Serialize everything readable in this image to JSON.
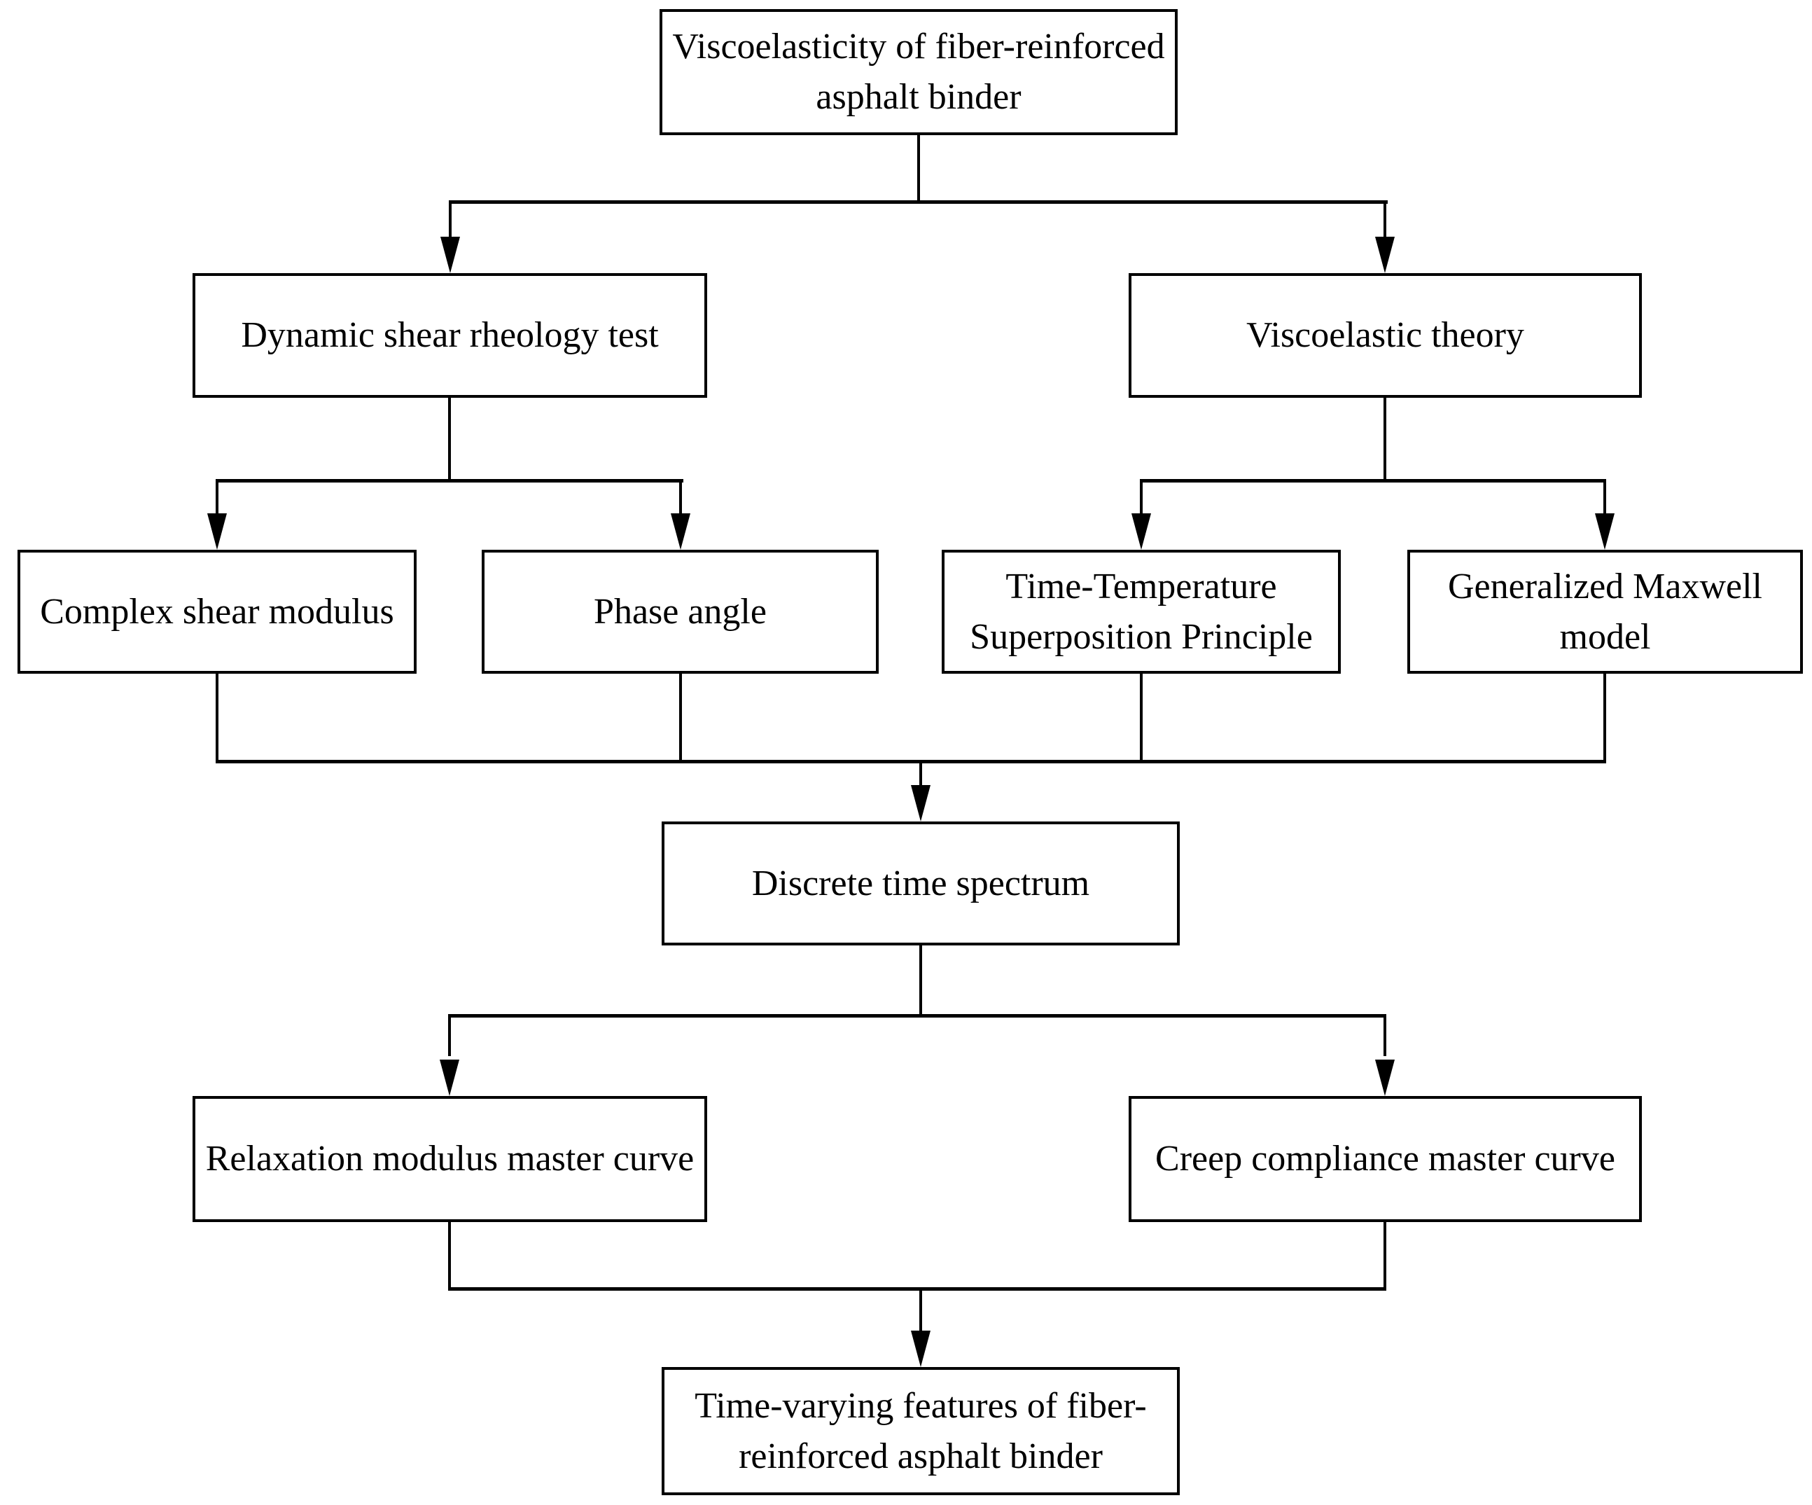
{
  "diagram": {
    "title": "Viscoelasticity of fiber-reinforced asphalt binder flowchart",
    "colors": {
      "line": "#000000",
      "background": "#ffffff",
      "box_fill": "#ffffff"
    },
    "nodes": {
      "root": {
        "label": "Viscoelasticity of fiber-reinforced asphalt binder"
      },
      "dsr": {
        "label": "Dynamic shear rheology test"
      },
      "vt": {
        "label": "Viscoelastic theory"
      },
      "csm": {
        "label": "Complex shear modulus"
      },
      "pa": {
        "label": "Phase angle"
      },
      "ttsp": {
        "label": "Time-Temperature Superposition Principle"
      },
      "gmm": {
        "label": "Generalized Maxwell model"
      },
      "dts": {
        "label": "Discrete time spectrum"
      },
      "rmmc": {
        "label": "Relaxation modulus master curve"
      },
      "ccmc": {
        "label": "Creep compliance master curve"
      },
      "tvf": {
        "label": "Time-varying features of fiber-reinforced asphalt binder"
      }
    },
    "edges": [
      {
        "from": "root",
        "to": "dsr"
      },
      {
        "from": "root",
        "to": "vt"
      },
      {
        "from": "dsr",
        "to": "csm"
      },
      {
        "from": "dsr",
        "to": "pa"
      },
      {
        "from": "vt",
        "to": "ttsp"
      },
      {
        "from": "vt",
        "to": "gmm"
      },
      {
        "from": "csm",
        "to": "dts"
      },
      {
        "from": "pa",
        "to": "dts"
      },
      {
        "from": "ttsp",
        "to": "dts"
      },
      {
        "from": "gmm",
        "to": "dts"
      },
      {
        "from": "dts",
        "to": "rmmc"
      },
      {
        "from": "dts",
        "to": "ccmc"
      },
      {
        "from": "rmmc",
        "to": "tvf"
      },
      {
        "from": "ccmc",
        "to": "tvf"
      }
    ]
  }
}
